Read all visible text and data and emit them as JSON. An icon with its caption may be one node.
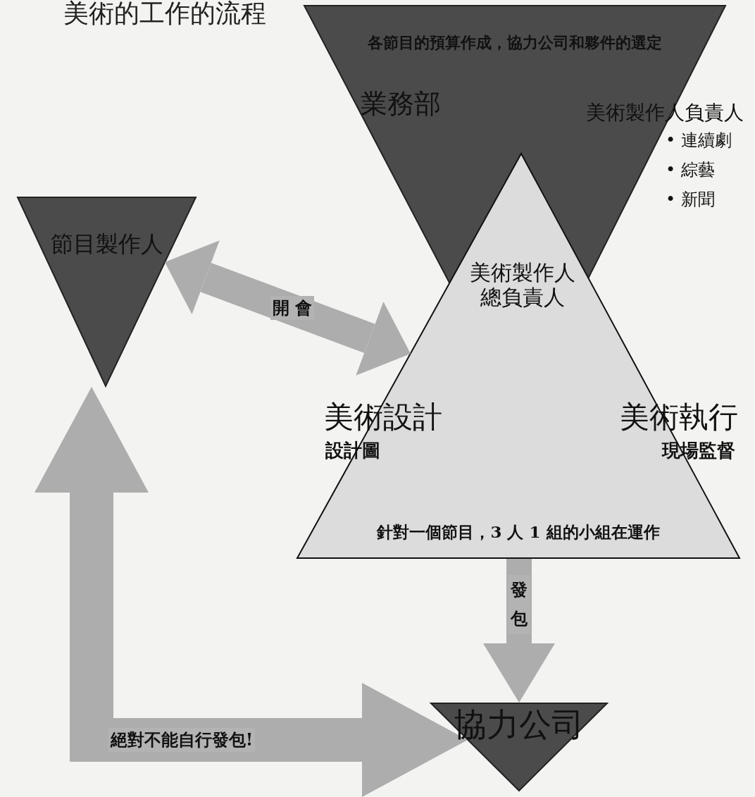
{
  "diagram": {
    "title": "美術的工作的流程",
    "nodes": [
      {
        "text": [
          "各節目的預算作成，協力公司和夥件的選定",
          "業務部",
          "美術製作人負責人",
          "• 連續劇",
          "• 綜藝",
          "• 新聞"
        ]
      },
      {
        "text": [
          "美術製作人總負責人"
        ]
      },
      {
        "text": [
          "美術設計",
          "設計圖",
          "美術執行",
          "現場監督",
          "針對一個節目，3 人 1 組的小組在運作"
        ]
      },
      {
        "text": [
          "節目製作人"
        ]
      },
      {
        "text": [
          "協力公司"
        ]
      }
    ],
    "edges": [
      {
        "from": 3,
        "to": 2,
        "arrow": "both",
        "label": "開 會"
      },
      {
        "from": 2,
        "to": 4,
        "arrow": "to",
        "label": "發包"
      },
      {
        "from": 3,
        "to": 4,
        "arrow": "both",
        "label": "絕對不能自行發包!"
      }
    ]
  }
}
